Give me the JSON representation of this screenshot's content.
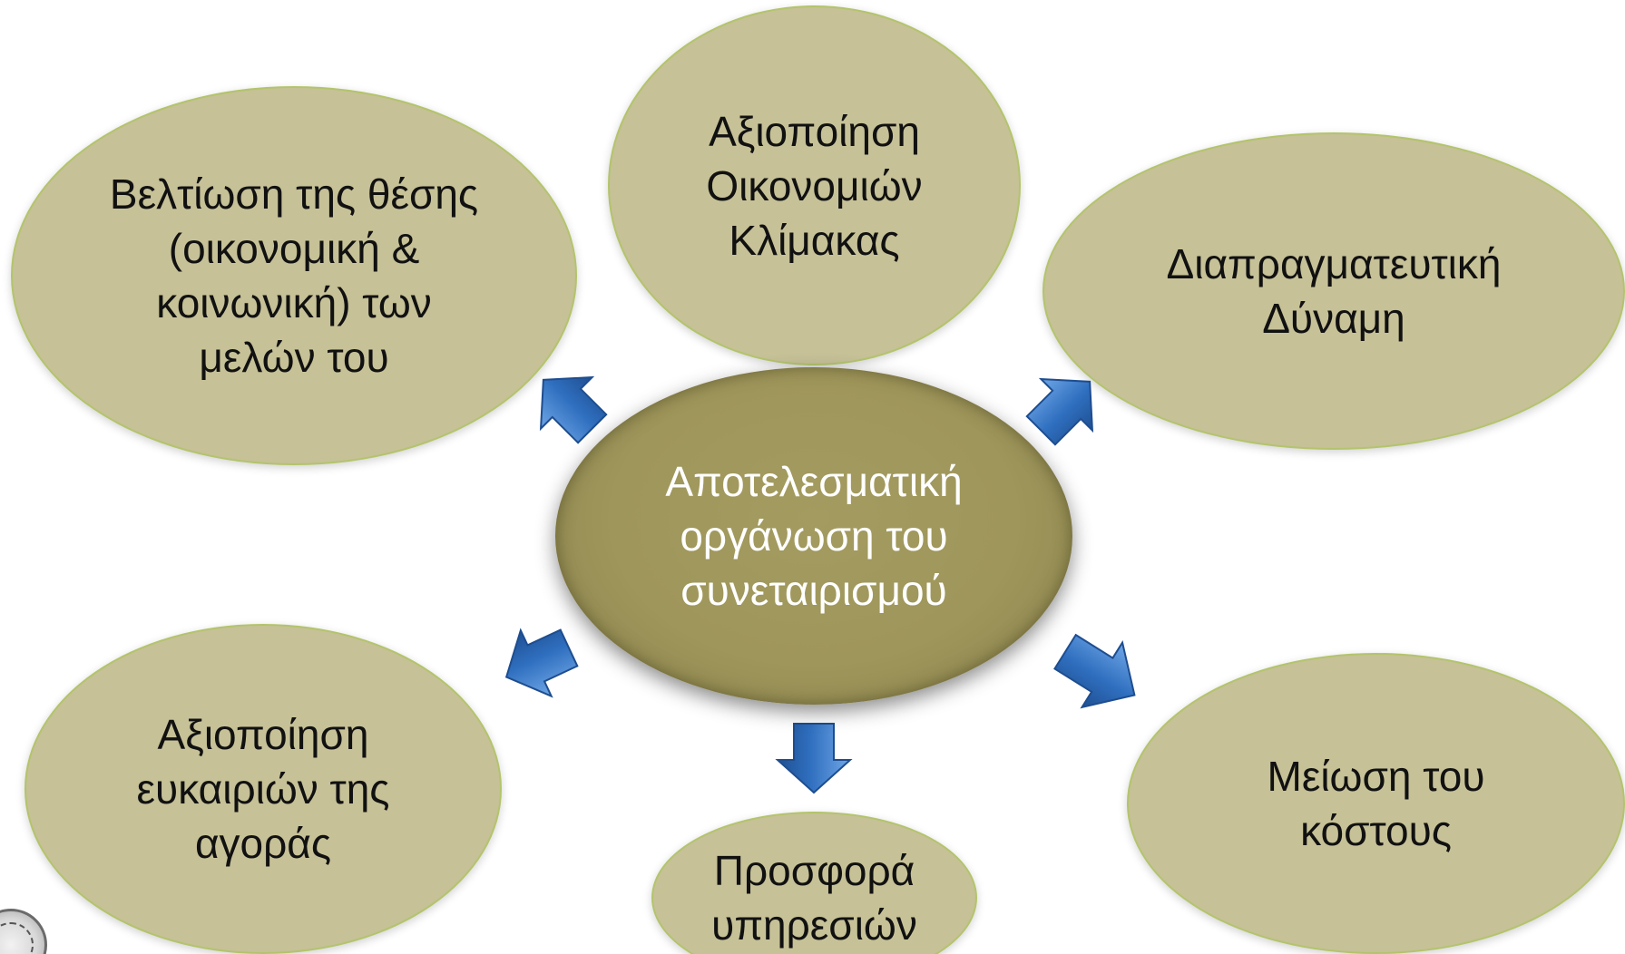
{
  "center": {
    "label": "Αποτελεσματική\nοργάνωση  του\nσυνεταιρισμού"
  },
  "nodes": {
    "improve_position": "Βελτίωση της θέσης\n(οικονομική &\nκοινωνική) των\nμελών του",
    "economies_of_scale": "Αξιοποίηση\nΟικονομιών\nΚλίμακας",
    "bargaining_power": "Διαπραγματευτική\nΔύναμη",
    "market_opportunities": "Αξιοποίηση\nευκαιριών της\nαγοράς",
    "services": "Προσφορά\nυπηρεσιών",
    "cost_reduction": "Μείωση του\nκόστους"
  },
  "colors": {
    "outer_fill": "#c6c197",
    "outer_border": "#b3c46b",
    "center_fill": "#9f965b",
    "arrow": "#2f6fbf"
  },
  "icons": {
    "arrow": "blue-arrow-icon",
    "logo": "seal-logo"
  }
}
